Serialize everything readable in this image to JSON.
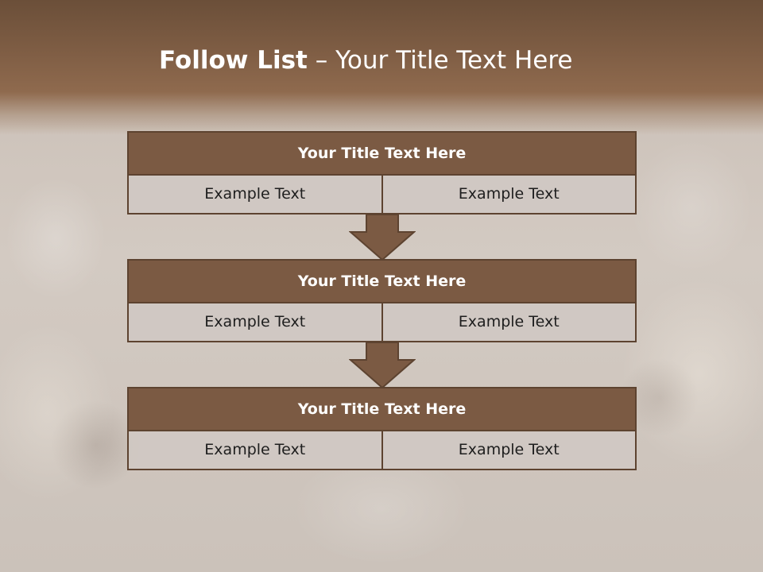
{
  "slide": {
    "title_bold": "Follow List",
    "title_rest": "  – Your Title Text Here"
  },
  "blocks": [
    {
      "title": "Your Title Text Here",
      "left": "Example Text",
      "right": "Example Text"
    },
    {
      "title": "Your Title Text Here",
      "left": "Example Text",
      "right": "Example Text"
    },
    {
      "title": "Your Title Text Here",
      "left": "Example Text",
      "right": "Example Text"
    }
  ],
  "colors": {
    "header_brown": "#7d5c43",
    "block_title_brown": "#7b5a43",
    "border_brown": "#5d4330",
    "cell_gray": "#d0c8c3"
  }
}
